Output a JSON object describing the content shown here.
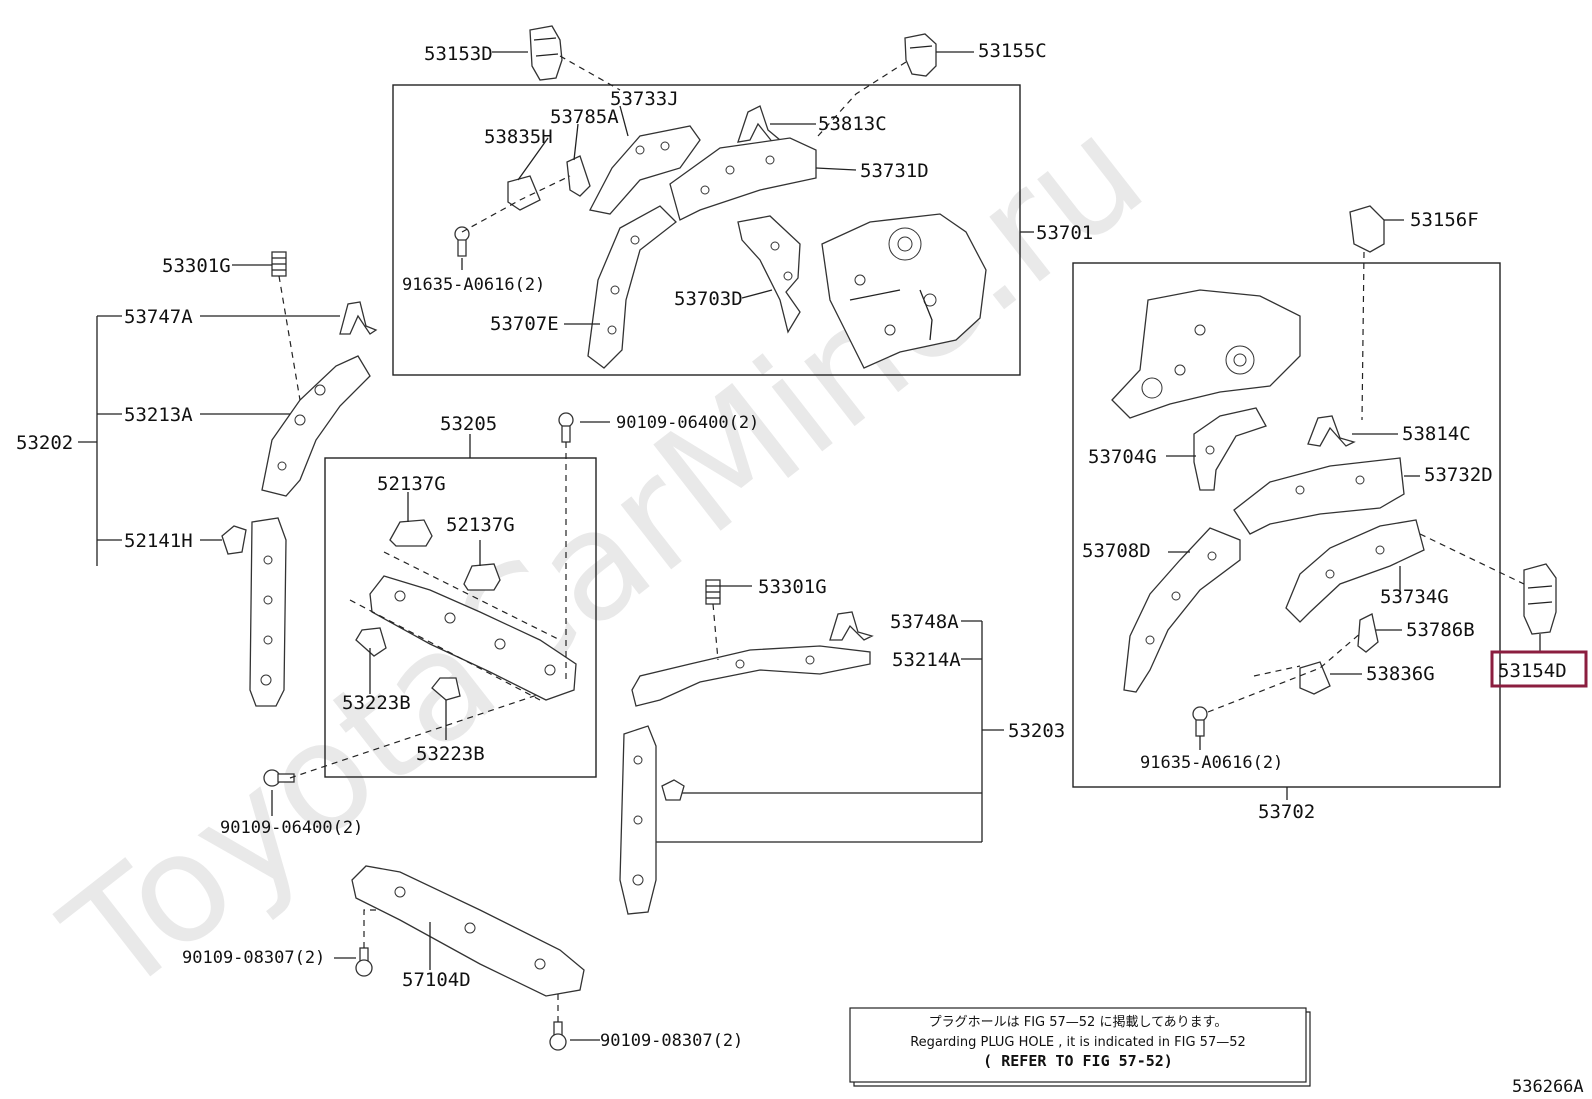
{
  "watermark": "ToyotaCarMine.ru",
  "figure_id": "536266A",
  "highlighted_part": "53154D",
  "groups": {
    "g53701": "53701",
    "g53702": "53702",
    "g53202": "53202",
    "g53203": "53203",
    "g53205": "53205"
  },
  "parts": {
    "p53153D": "53153D",
    "p53155C": "53155C",
    "p53733J": "53733J",
    "p53785A": "53785A",
    "p53835H": "53835H",
    "p53813C": "53813C",
    "p53731D": "53731D",
    "p91635_a": "91635-A0616(2)",
    "p53707E": "53707E",
    "p53703D": "53703D",
    "p53301G_a": "53301G",
    "p53747A": "53747A",
    "p53213A": "53213A",
    "p52141H": "52141H",
    "p90109_06400_a": "90109-06400(2)",
    "p52137G_a": "52137G",
    "p52137G_b": "52137G",
    "p53223B_a": "53223B",
    "p53223B_b": "53223B",
    "p90109_06400_b": "90109-06400(2)",
    "p53301G_b": "53301G",
    "p53748A": "53748A",
    "p53214A": "53214A",
    "p90109_08307_a": "90109-08307(2)",
    "p57104D": "57104D",
    "p90109_08307_b": "90109-08307(2)",
    "p53156F": "53156F",
    "p53704G": "53704G",
    "p53814C": "53814C",
    "p53732D": "53732D",
    "p53708D": "53708D",
    "p53734G": "53734G",
    "p53786B": "53786B",
    "p53836G": "53836G",
    "p91635_b": "91635-A0616(2)",
    "p53154D": "53154D"
  },
  "note": {
    "line1": "プラグホールは FIG 57—52 に掲載してあります。",
    "line2": "Regarding PLUG HOLE , it is indicated in FIG 57—52",
    "line3": "( REFER TO FIG 57-52)"
  },
  "colors": {
    "highlight": "#8b1e3f"
  }
}
